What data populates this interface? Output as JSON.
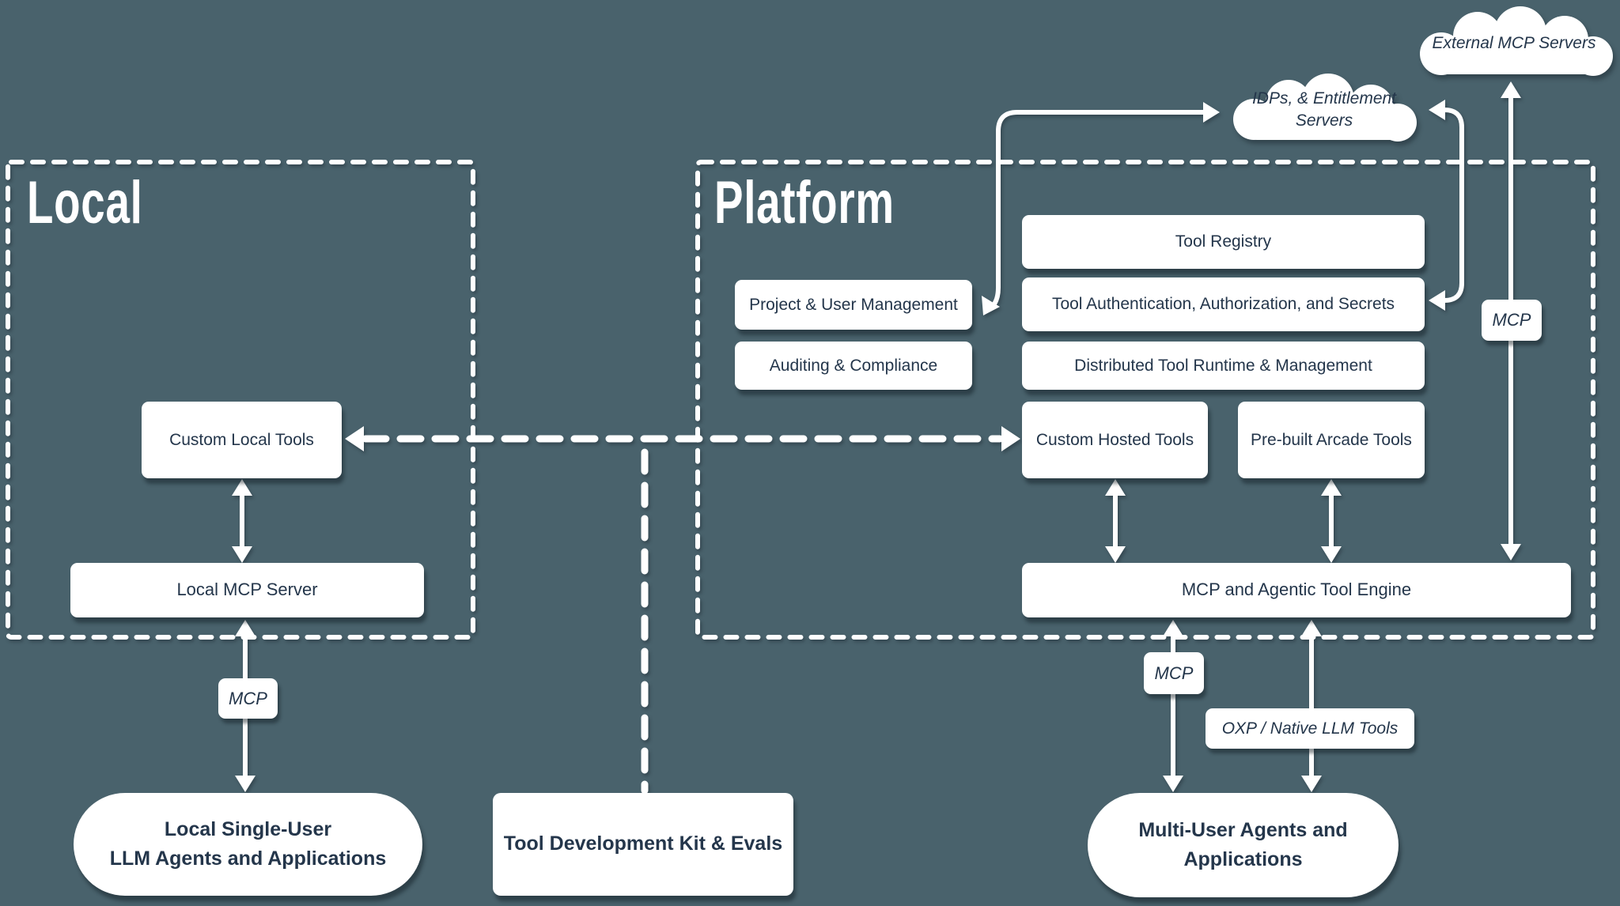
{
  "canvas": {
    "background": "#49626c",
    "ink": "#24364b",
    "line_color": "#ffffff"
  },
  "regions": {
    "local": {
      "title": "Local"
    },
    "platform": {
      "title": "Platform"
    }
  },
  "clouds": {
    "external_mcp": {
      "label": "External MCP Servers"
    },
    "idps": {
      "label_line1": "IDPs, & Entitlement",
      "label_line2": "Servers"
    }
  },
  "nodes": {
    "tool_registry": {
      "label": "Tool Registry"
    },
    "project_user_management": {
      "label": "Project & User Management"
    },
    "tool_auth_secrets": {
      "label": "Tool Authentication, Authorization, and Secrets"
    },
    "auditing_compliance": {
      "label": "Auditing & Compliance"
    },
    "distributed_runtime": {
      "label": "Distributed Tool Runtime & Management"
    },
    "custom_hosted_tools": {
      "label": "Custom Hosted Tools"
    },
    "prebuilt_arcade_tools": {
      "label": "Pre-built Arcade Tools"
    },
    "mcp_agentic_engine": {
      "label": "MCP and Agentic Tool Engine"
    },
    "custom_local_tools": {
      "label": "Custom Local Tools"
    },
    "local_mcp_server": {
      "label": "Local MCP Server"
    },
    "local_agents": {
      "label_line1": "Local Single-User",
      "label_line2": "LLM Agents and Applications"
    },
    "tool_dev_kit": {
      "label": "Tool Development Kit & Evals"
    },
    "multi_user_agents": {
      "label_line1": "Multi-User Agents and",
      "label_line2": "Applications"
    }
  },
  "edge_labels": {
    "mcp_local_link": "MCP",
    "mcp_external_link": "MCP",
    "mcp_engine_link": "MCP",
    "oxp_link": "OXP / Native LLM Tools"
  }
}
